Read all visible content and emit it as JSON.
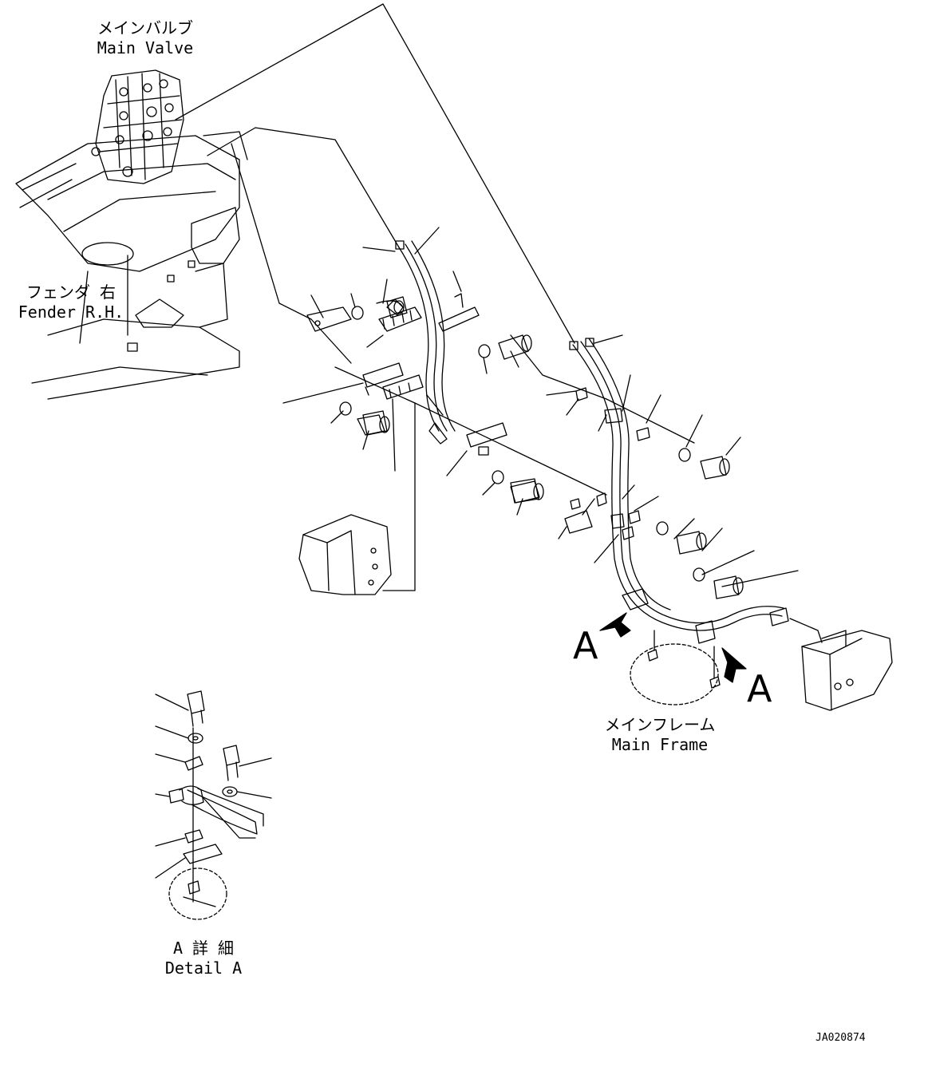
{
  "labels": {
    "main_valve_jp": "メインバルブ",
    "main_valve_en": "Main Valve",
    "fender_jp": "フェンダ 右",
    "fender_en": "Fender R.H.",
    "main_frame_jp": "メインフレーム",
    "main_frame_en": "Main Frame",
    "detail_jp": "A 詳 細",
    "detail_en": "Detail A",
    "view_mark_left": "A",
    "view_mark_right": "A",
    "drawing_code": "JA020874"
  }
}
